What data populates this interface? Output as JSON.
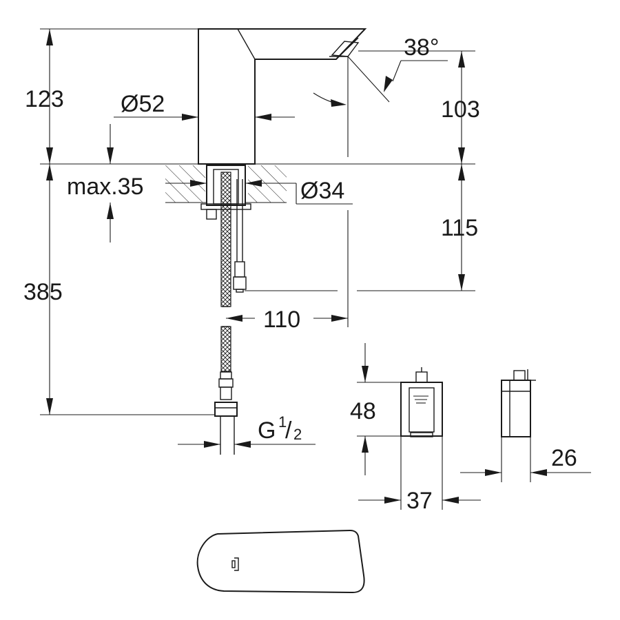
{
  "dimensions": {
    "spout_height": "123",
    "body_diameter": "Ø52",
    "spout_angle": "38°",
    "outlet_height": "103",
    "max_thickness": "max.35",
    "hole_diameter": "Ø34",
    "below_deck_to_connector": "115",
    "total_below_deck": "385",
    "projection": "110",
    "thread_main": "G",
    "thread_num": "1",
    "thread_den": "2",
    "box_height": "48",
    "box_width": "37",
    "box_depth": "26"
  }
}
